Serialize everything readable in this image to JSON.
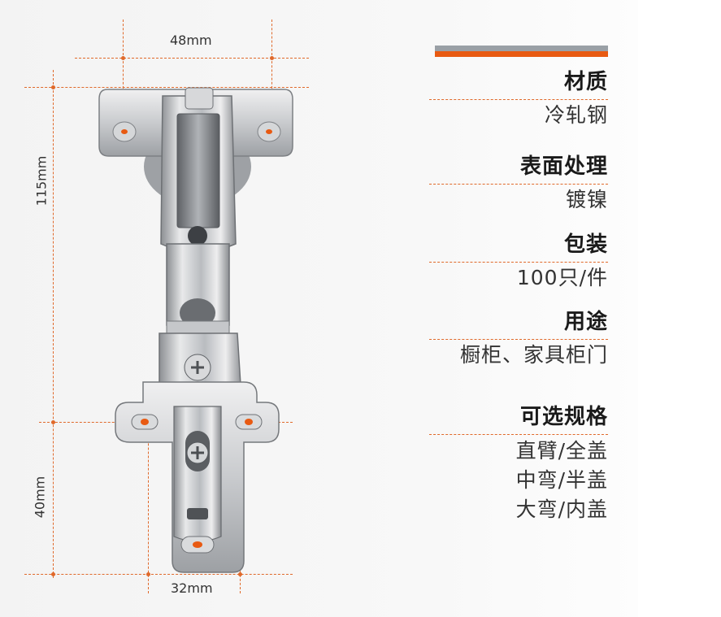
{
  "dimensions": {
    "top_width": "48mm",
    "height_total": "115mm",
    "height_lower": "40mm",
    "bottom_width": "32mm"
  },
  "specs": [
    {
      "title": "材质",
      "values": [
        "冷轧钢"
      ]
    },
    {
      "title": "表面处理",
      "values": [
        "镀镍"
      ]
    },
    {
      "title": "包装",
      "values": [
        "100只/件"
      ]
    },
    {
      "title": "用途",
      "values": [
        "橱柜、家具柜门"
      ]
    },
    {
      "title": "可选规格",
      "values": [
        "直臂/全盖",
        "中弯/半盖",
        "大弯/内盖"
      ]
    }
  ],
  "colors": {
    "accent": "#e85a12",
    "bar_gray": "#9aa0a6",
    "dim_line": "#e0692a"
  }
}
